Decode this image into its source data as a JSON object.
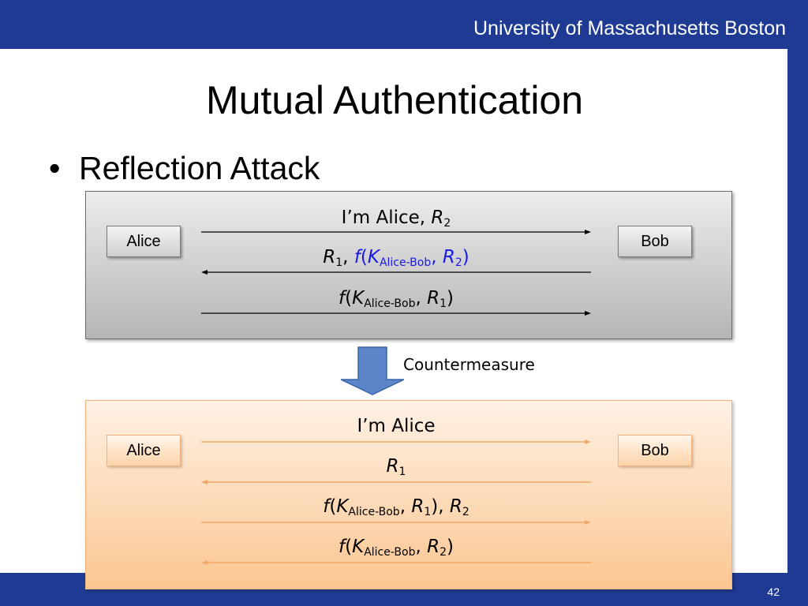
{
  "header": {
    "institution": "University of Massachusetts Boston"
  },
  "slide": {
    "title": "Mutual Authentication",
    "bullet": "Reflection Attack",
    "page_number": "42"
  },
  "top_panel": {
    "alice": "Alice",
    "bob": "Bob",
    "messages": [
      {
        "direction": "right",
        "text": "I’m Alice, R2"
      },
      {
        "direction": "left",
        "text": "R1, f(KAlice-Bob, R2)"
      },
      {
        "direction": "right",
        "text": "f(KAlice-Bob, R1)"
      }
    ]
  },
  "countermeasure_label": "Countermeasure",
  "bottom_panel": {
    "alice": "Alice",
    "bob": "Bob",
    "messages": [
      {
        "direction": "right",
        "text": "I’m Alice"
      },
      {
        "direction": "left",
        "text": "R1"
      },
      {
        "direction": "right",
        "text": "f(KAlice-Bob, R1), R2"
      },
      {
        "direction": "left",
        "text": "f(KAlice-Bob, R2)"
      }
    ]
  },
  "colors": {
    "frame": "#1f3a93",
    "highlight": "#1a1ae6",
    "arrow_fill": "#5b85c9"
  }
}
